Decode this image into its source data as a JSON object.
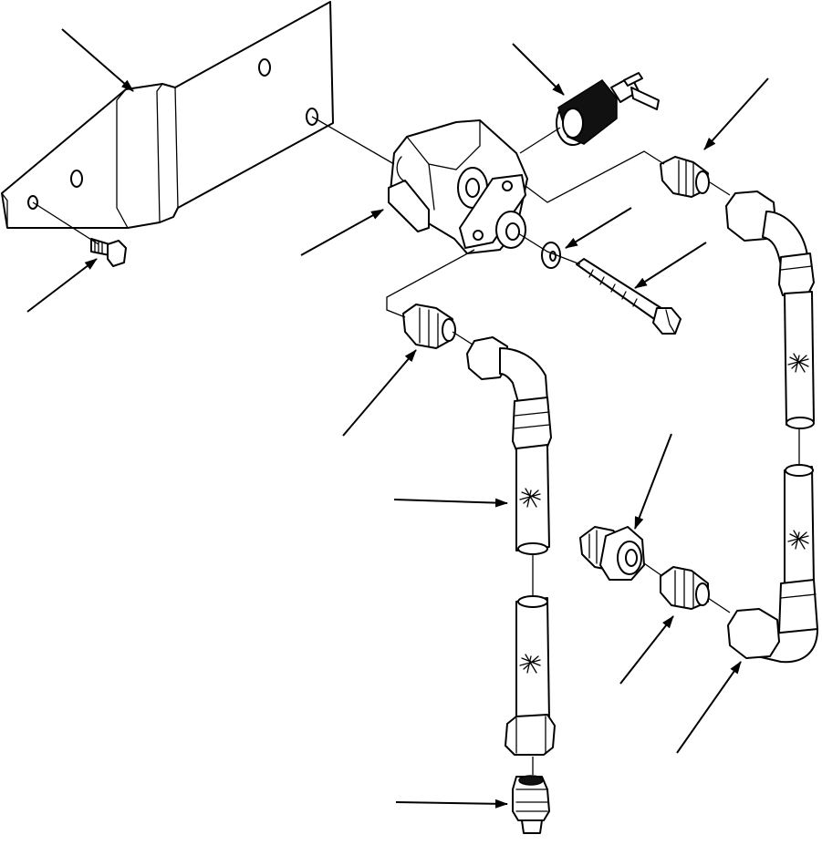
{
  "diagram": {
    "callouts": [
      {
        "id": "bracket"
      },
      {
        "id": "cap-screw"
      },
      {
        "id": "valve-body"
      },
      {
        "id": "sender-switch"
      },
      {
        "id": "connector-upper-right"
      },
      {
        "id": "washer"
      },
      {
        "id": "bolt"
      },
      {
        "id": "connector-left"
      },
      {
        "id": "hose-left"
      },
      {
        "id": "tee-fitting"
      },
      {
        "id": "connector-lower-right"
      },
      {
        "id": "elbow-nut-lower-right"
      },
      {
        "id": "connector-bottom"
      }
    ]
  }
}
